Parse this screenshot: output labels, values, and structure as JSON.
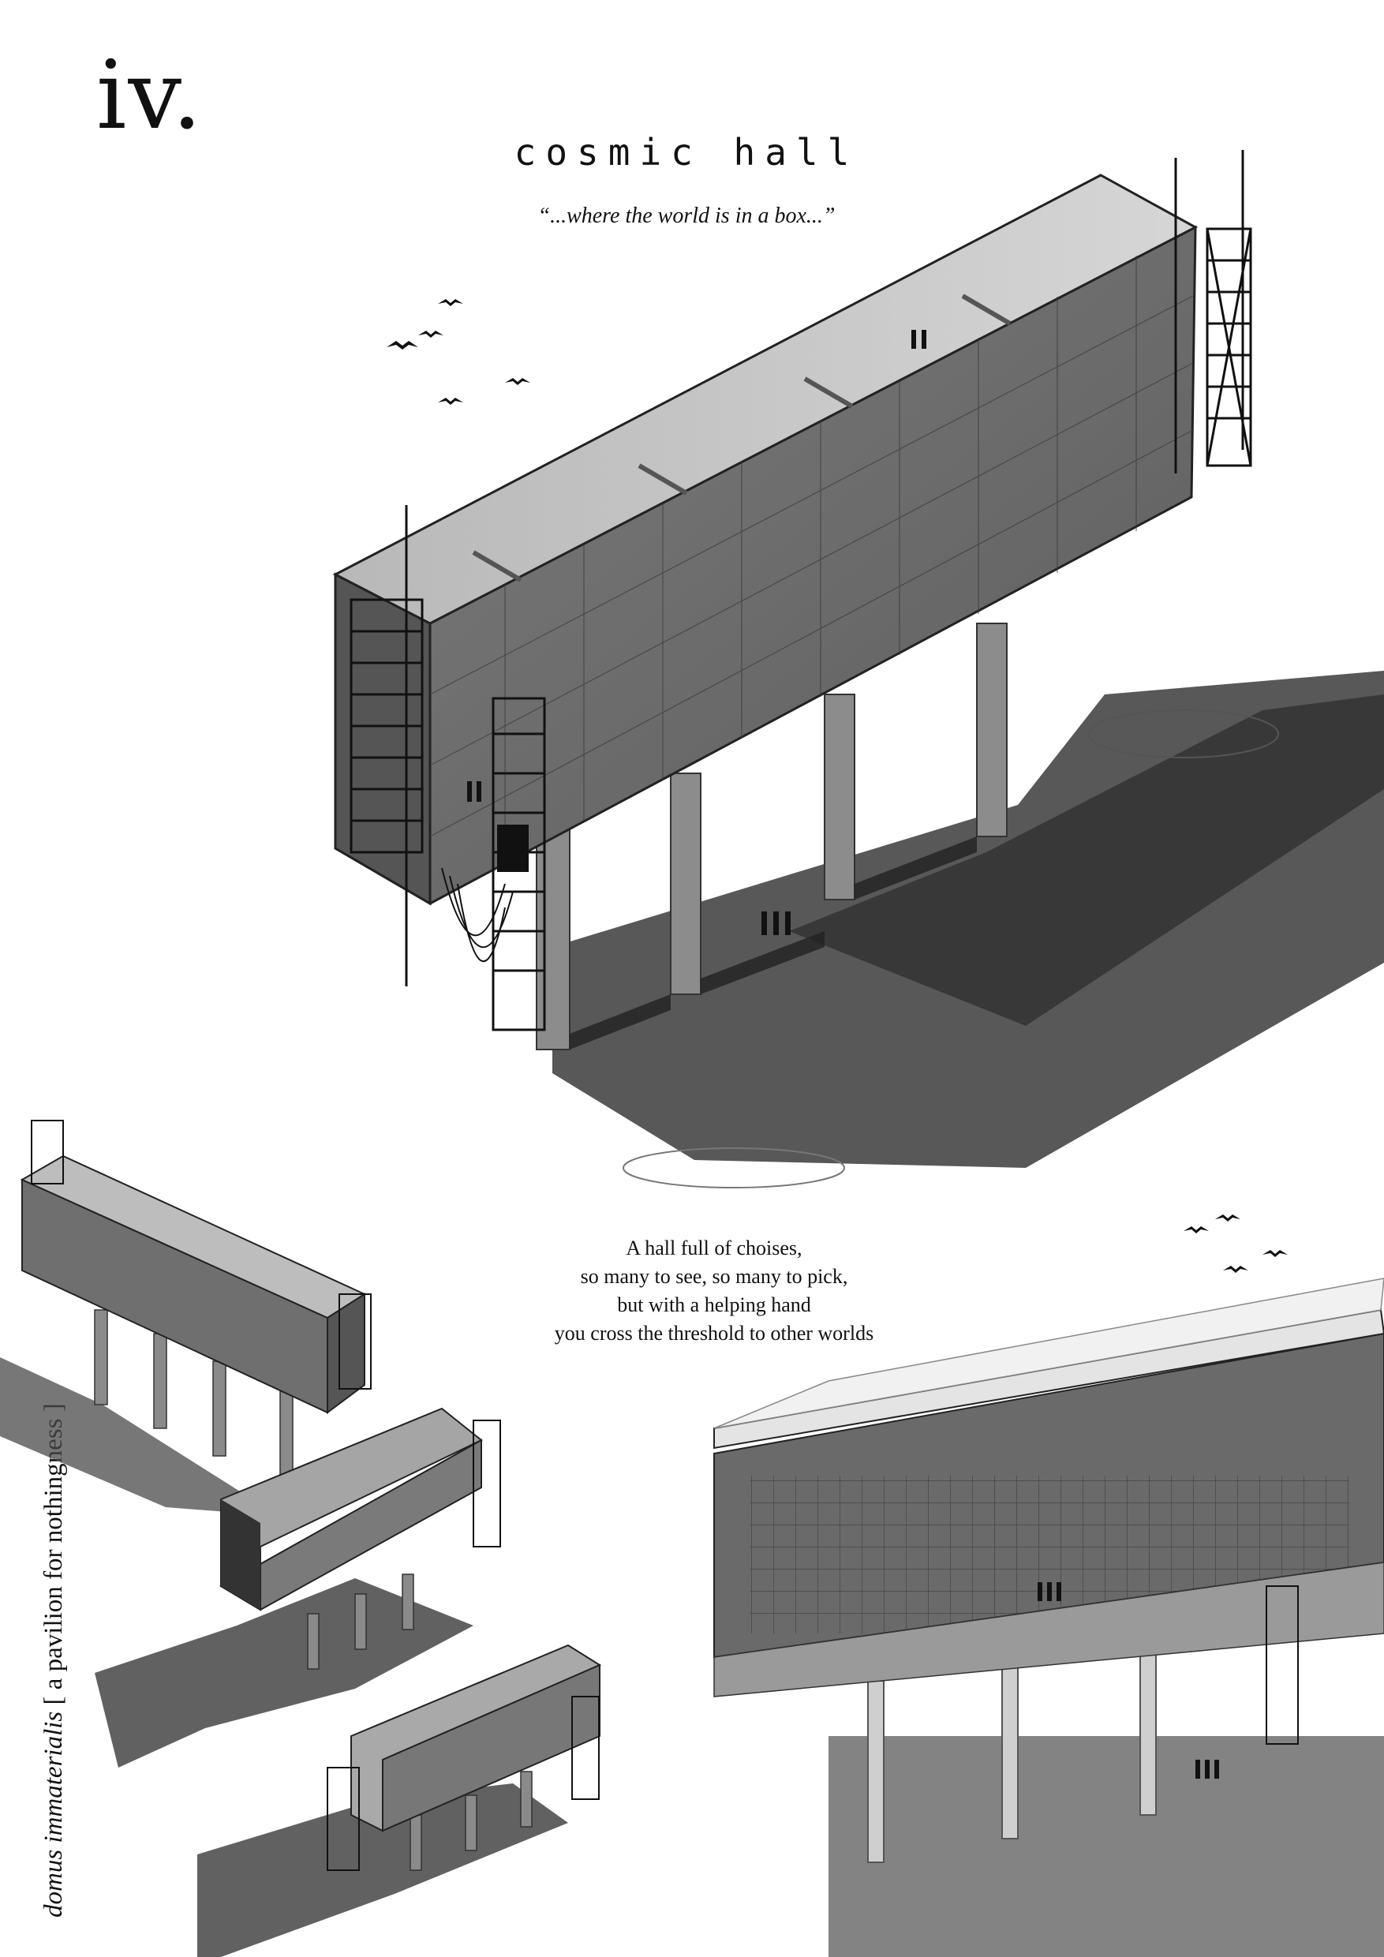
{
  "numeral": "iv.",
  "title": "cosmic hall",
  "subtitle": "“...where the world is in a box...”",
  "poem": [
    "A hall full of choises,",
    "so many to see, so many to pick,",
    "but with a helping hand",
    "you cross the threshold to other worlds"
  ],
  "side_text": {
    "italic": "domus immaterialis",
    "rest": " [ a pavilion for nothingness ]"
  },
  "colors": {
    "concrete": "#8a8a8a",
    "concrete_dark": "#4a4a4a",
    "shadow": "#2e2e2e",
    "paper": "#ffffff"
  }
}
